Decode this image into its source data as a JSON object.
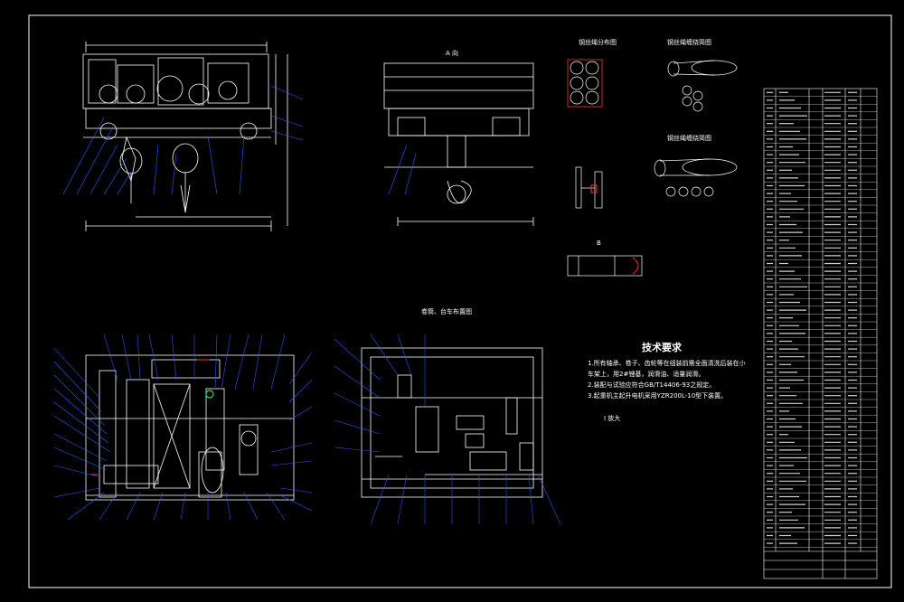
{
  "drawing": {
    "views": {
      "a_view": "A 向",
      "layout_view": "卷筒、台车布置图",
      "sheave_view": "钢丝绳分布图",
      "rope_view_1": "钢丝绳缠绕简图",
      "rope_view_2": "钢丝绳缠绕简图",
      "section_b": "B",
      "section_b_label": "I 放大"
    },
    "technical_requirements": {
      "title": "技术要求",
      "items": [
        "1.所有轴承、卷子、齿轮等在组装前需全面清洗后装在小",
        "  车架上，用2#锂基，润滑油、适量润滑。",
        "2.装配与试验应符合GB/T14406-93之规定。",
        "3.起重机主起升电机采用YZR200L-10型下装置。"
      ]
    },
    "colors": {
      "background": "#000000",
      "line": "#ffffff",
      "leader": "#2a5cff",
      "accent": "#ff3030",
      "dim": "#cfcfcf"
    }
  }
}
